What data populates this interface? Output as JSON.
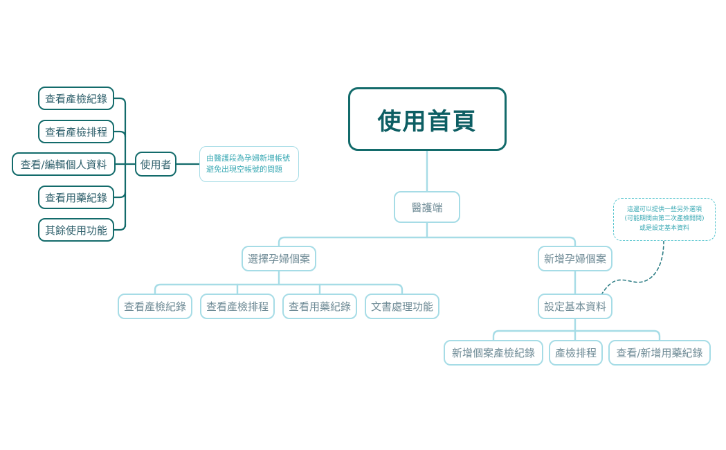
{
  "diagram": {
    "title_node": {
      "label": "使用首頁"
    },
    "user_branch": {
      "root_label": "使用者",
      "leaves": [
        {
          "label": "查看產檢紀錄"
        },
        {
          "label": "查看產檢排程"
        },
        {
          "label": "查看/編輯個人資料"
        },
        {
          "label": "查看用藥紀錄"
        },
        {
          "label": "其餘使用功能"
        }
      ],
      "note": {
        "lines": [
          "由醫護段為孕婦新增帳號",
          "避免出現空帳號的問題"
        ]
      }
    },
    "clinical_branch": {
      "root_label": "醫護端",
      "select_case": {
        "label": "選擇孕婦個案",
        "leaves": [
          {
            "label": "查看產檢紀錄"
          },
          {
            "label": "查看產檢排程"
          },
          {
            "label": "查看用藥紀錄"
          },
          {
            "label": "文書處理功能"
          }
        ]
      },
      "add_case": {
        "label": "新增孕婦個案",
        "child": {
          "label": "設定基本資料",
          "leaves": [
            {
              "label": "新增個案產檢紀錄"
            },
            {
              "label": "產檢排程"
            },
            {
              "label": "查看/新增用藥紀錄"
            }
          ]
        }
      },
      "note": {
        "lines": [
          "這邊可以提供一些另外選項",
          "(可能期間由第二次產檢開問)",
          "或是設定基本資料"
        ]
      }
    },
    "colors": {
      "dark_teal": "#136b6b",
      "light_cyan": "#a6dce6",
      "dashed_cyan": "#59c6cf",
      "text_dark": "#2e5f6b",
      "text_light": "#6f8b96",
      "note_text": "#3aa9b4",
      "background": "#ffffff"
    }
  }
}
